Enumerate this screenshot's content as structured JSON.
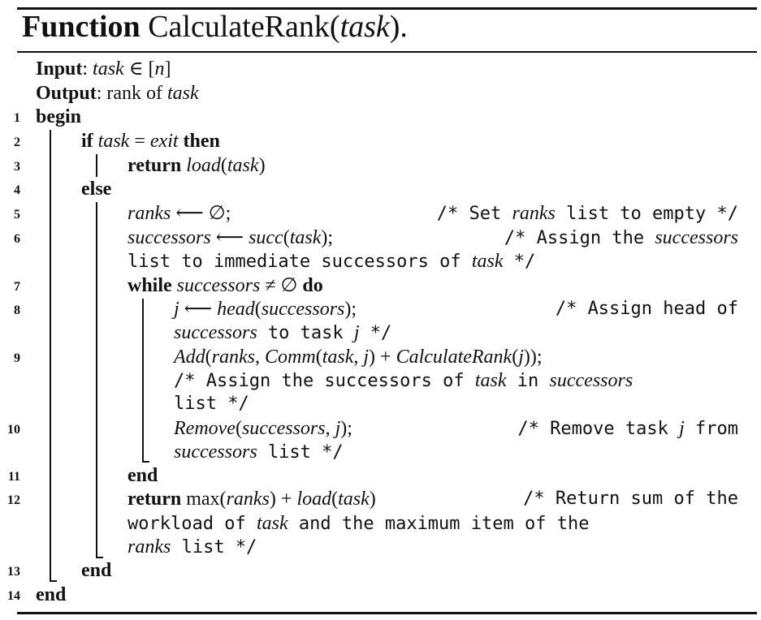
{
  "title": {
    "keyword": "Function",
    "name": "CalculateRank(",
    "param": "task",
    "close": ")."
  },
  "io": {
    "input_label": "Input",
    "input_text": ": ",
    "input_var": "task",
    "input_rest": " ∈ [",
    "input_n": "n",
    "input_end": "]",
    "output_label": "Output",
    "output_text": ": rank of ",
    "output_var": "task"
  },
  "lines": {
    "n1": "1",
    "n2": "2",
    "n3": "3",
    "n4": "4",
    "n5": "5",
    "n6": "6",
    "n7": "7",
    "n8": "8",
    "n9": "9",
    "n10": "10",
    "n11": "11",
    "n12": "12",
    "n13": "13",
    "n14": "14"
  },
  "code": {
    "begin": "begin",
    "if_kw": "if",
    "if_var": "task",
    "if_eq": " = ",
    "if_exit": "exit",
    "then_kw": "then",
    "return_kw": "return",
    "load_fn": "load",
    "paren_open": "(",
    "paren_close": ")",
    "task_var": "task",
    "else_kw": "else",
    "ranks_var": "ranks",
    "assign_arrow": " ⟵ ∅;",
    "successors_var": "successors",
    "assign_arrow2": " ⟵ ",
    "succ_fn": "succ",
    "semi": ");",
    "while_kw": "while",
    "neq": " ≠ ∅ ",
    "do_kw": "do",
    "j_var": "j",
    "head_fn": "head",
    "add_fn": "Add",
    "comm_fn": "Comm",
    "calc_fn": "CalculateRank",
    "remove_fn": "Remove",
    "end_kw": "end",
    "max_fn": "max",
    "plus": " + "
  },
  "comments": {
    "c5_pre": "/* Set ",
    "c5_var": "ranks",
    "c5_post": " list to empty */",
    "c6_pre": "/* Assign the ",
    "c6_var": "successors",
    "c6_l2_pre": "list to immediate successors of ",
    "c6_l2_var": "task",
    "c6_l2_post": " */",
    "c8_pre": "/* Assign head of",
    "c8_l2_var": "successors",
    "c8_l2_mid": " to task ",
    "c8_l2_j": "j",
    "c8_l2_post": " */",
    "c9_pre": "/* Assign the successors of ",
    "c9_var1": "task",
    "c9_mid": " in ",
    "c9_var2": "successors",
    "c9_l2": "list */",
    "c10_pre": "/* Remove task ",
    "c10_j": "j",
    "c10_post": " from",
    "c10_l2_var": "successors",
    "c10_l2_post": " list */",
    "c12_pre": "/* Return sum of the",
    "c12_l2_pre": "workload of ",
    "c12_l2_var": "task",
    "c12_l2_post": " and the maximum item of the",
    "c12_l3_var": "ranks",
    "c12_l3_post": " list */"
  }
}
